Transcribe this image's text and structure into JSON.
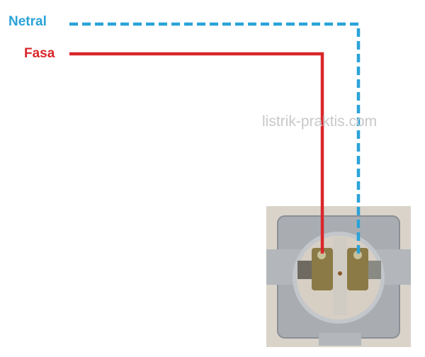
{
  "labels": {
    "neutral": "Netral",
    "phase": "Fasa"
  },
  "watermark": "listrik-praktis.com",
  "colors": {
    "neutral": "#2aa3d8",
    "phase": "#d9262b"
  }
}
